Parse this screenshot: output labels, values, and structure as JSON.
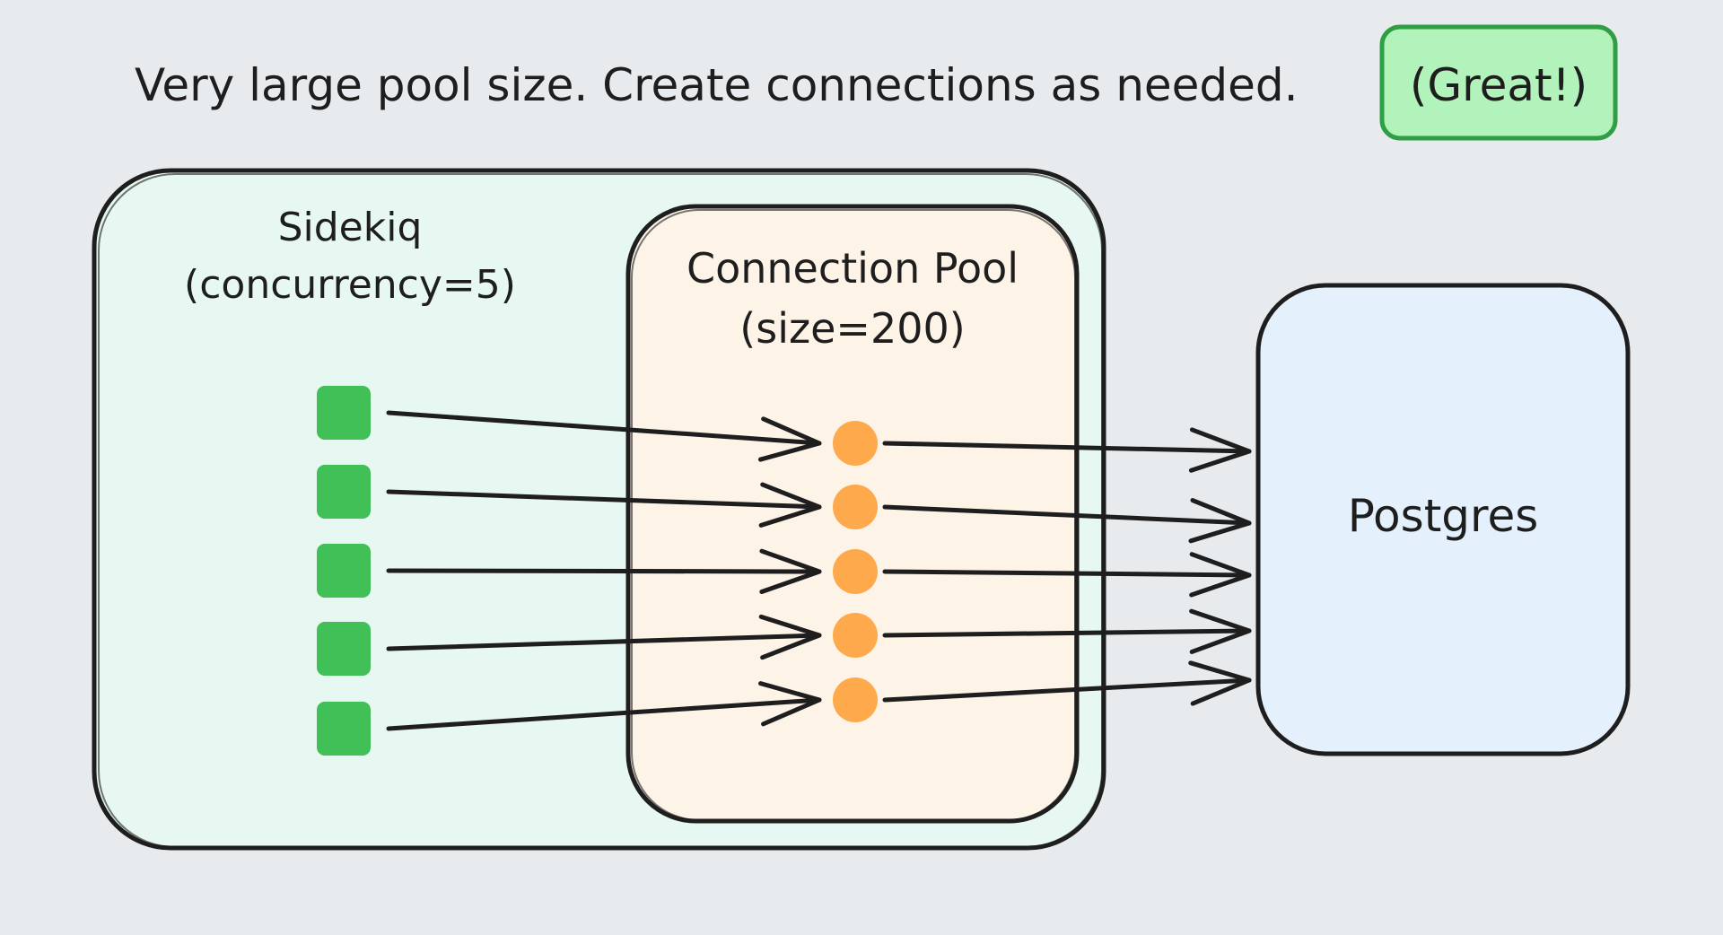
{
  "header": {
    "text": "Very large pool size. Create connections as needed.",
    "badge": "(Great!)"
  },
  "sidekiq": {
    "title": "Sidekiq",
    "subtitle": "(concurrency=5)",
    "worker_count": 5
  },
  "pool": {
    "title": "Connection Pool",
    "subtitle": "(size=200)",
    "connection_count": 5
  },
  "database": {
    "label": "Postgres"
  },
  "colors": {
    "background": "#e8ebee",
    "sidekiq_fill": "#e6f8f1",
    "pool_fill": "#fdf3e7",
    "db_fill": "#e4f1fc",
    "badge_fill": "#b2f2bb",
    "badge_stroke": "#2f9e44",
    "worker": "#40c057",
    "connection": "#ffa94d",
    "stroke": "#1e1e1e"
  }
}
